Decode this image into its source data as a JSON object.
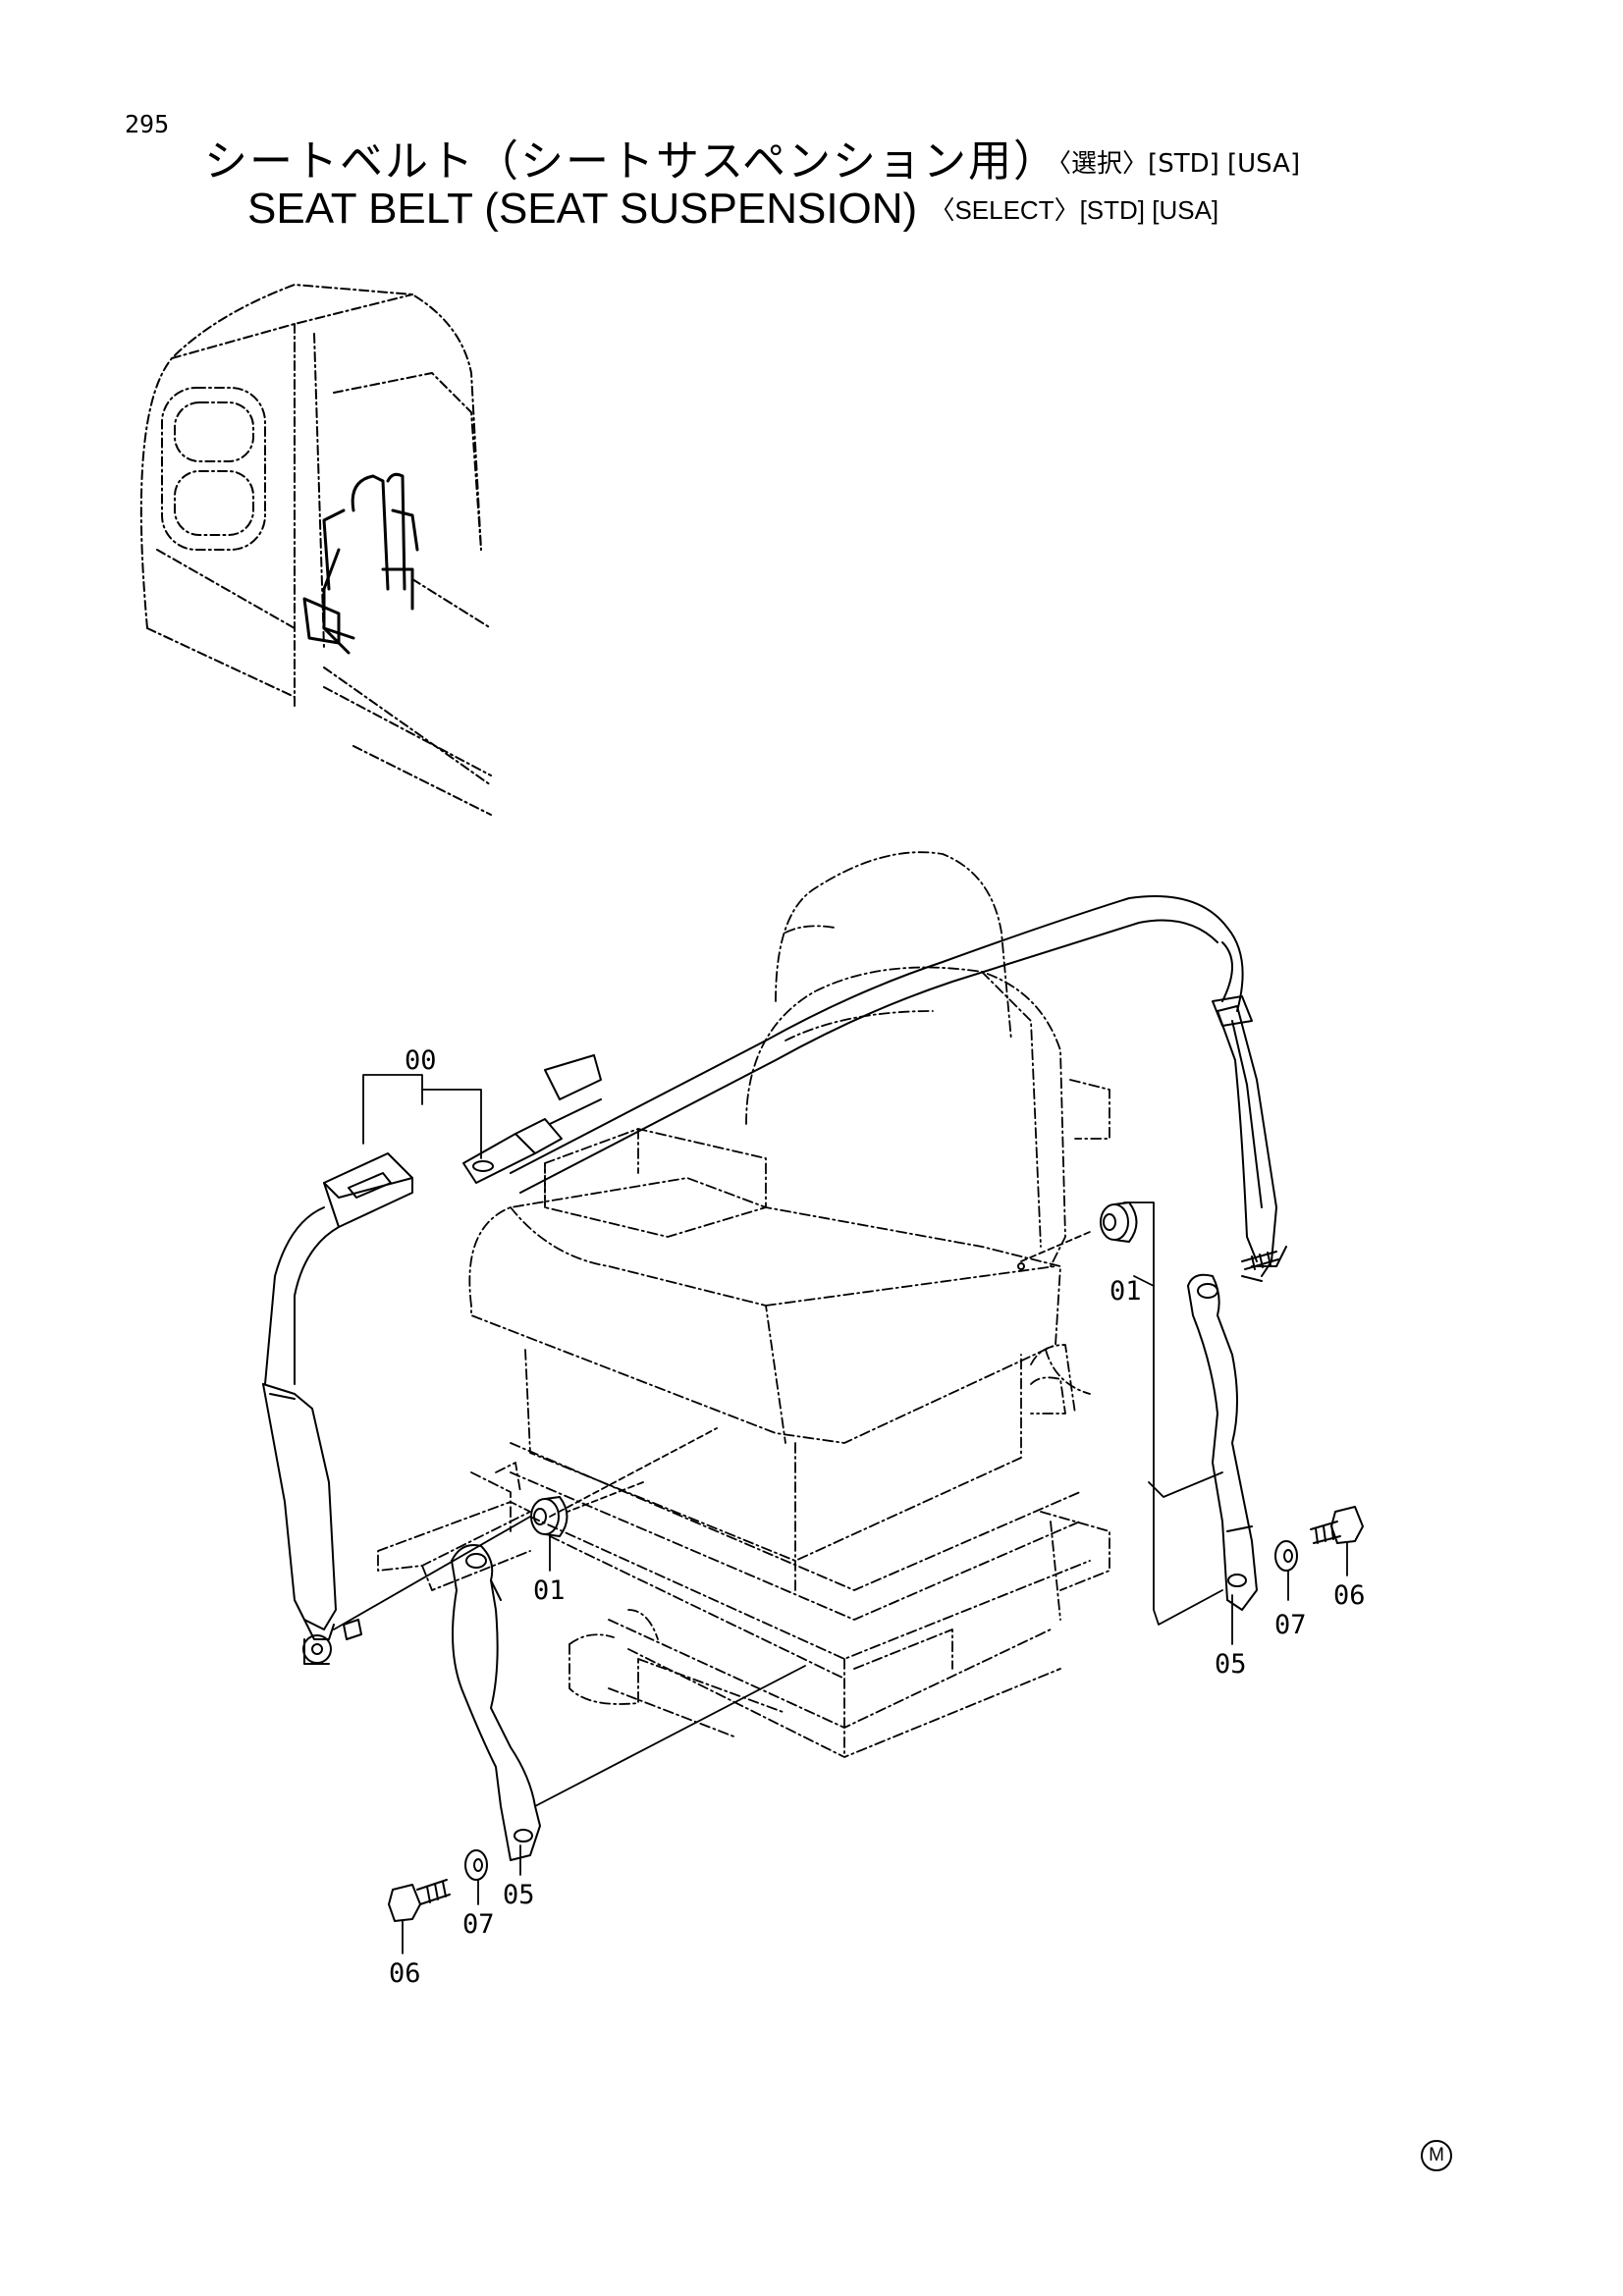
{
  "page_number": "295",
  "title_jp": "シートベルト（シートサスペンション用）",
  "title_jp_tags": "〈選択〉[STD] [USA]",
  "title_en": "SEAT BELT (SEAT SUSPENSION)",
  "title_en_tags": "〈SELECT〉[STD] [USA]",
  "callouts": {
    "c00": "00",
    "c01_right": "01",
    "c01_left": "01",
    "c05_right": "05",
    "c07_right": "07",
    "c06_right": "06",
    "c05_left": "05",
    "c07_left": "07",
    "c06_left": "06"
  },
  "corner_mark": "M"
}
